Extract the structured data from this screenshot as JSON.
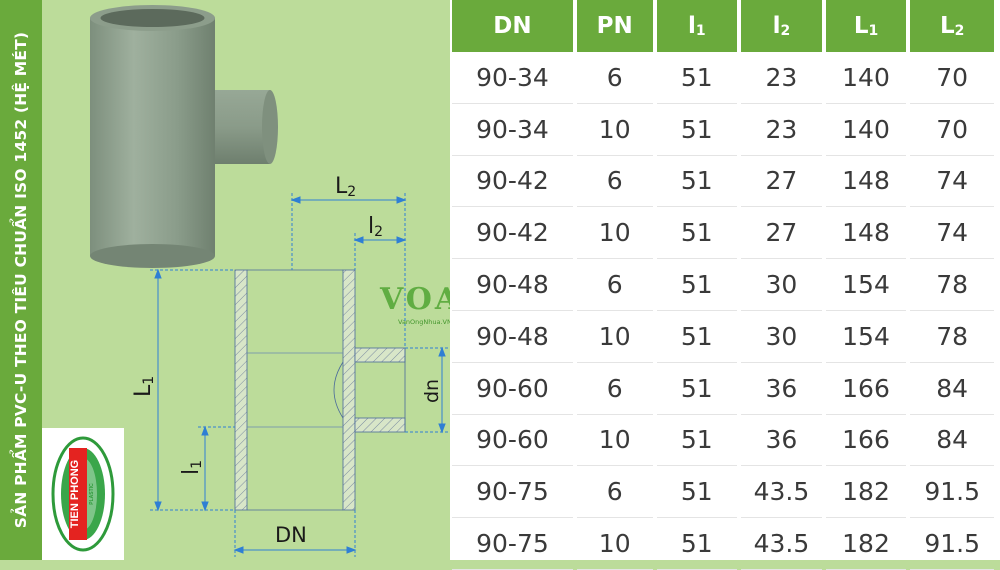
{
  "sidebar": {
    "title": "SẢN PHẨM PVC-U THEO TIÊU CHUẨN ISO 1452 (HỆ MÉT)"
  },
  "logo": {
    "brand": "TIEN PHONG",
    "sub": "PLASTIC"
  },
  "diagram": {
    "label_L2": "L",
    "label_L2_sub": "2",
    "label_l2": "l",
    "label_l2_sub": "2",
    "label_L1": "L",
    "label_L1_sub": "1",
    "label_l1": "l",
    "label_l1_sub": "1",
    "label_DN": "DN",
    "label_dn": "dn"
  },
  "watermark": {
    "logo": "VOA",
    "site": "VanOngNhua.VN"
  },
  "colors": {
    "accent_green": "#6aaa3c",
    "panel_green": "#bcdc9a",
    "pipe_grey": "#8a9c8a",
    "dim_blue": "#2f7fd4"
  },
  "table": {
    "headers": [
      {
        "main": "DN",
        "sub": ""
      },
      {
        "main": "PN",
        "sub": ""
      },
      {
        "main": "l",
        "sub": "1"
      },
      {
        "main": "l",
        "sub": "2"
      },
      {
        "main": "L",
        "sub": "1"
      },
      {
        "main": "L",
        "sub": "2"
      }
    ],
    "rows": [
      [
        "90-34",
        "6",
        "51",
        "23",
        "140",
        "70"
      ],
      [
        "90-34",
        "10",
        "51",
        "23",
        "140",
        "70"
      ],
      [
        "90-42",
        "6",
        "51",
        "27",
        "148",
        "74"
      ],
      [
        "90-42",
        "10",
        "51",
        "27",
        "148",
        "74"
      ],
      [
        "90-48",
        "6",
        "51",
        "30",
        "154",
        "78"
      ],
      [
        "90-48",
        "10",
        "51",
        "30",
        "154",
        "78"
      ],
      [
        "90-60",
        "6",
        "51",
        "36",
        "166",
        "84"
      ],
      [
        "90-60",
        "10",
        "51",
        "36",
        "166",
        "84"
      ],
      [
        "90-75",
        "6",
        "51",
        "43.5",
        "182",
        "91.5"
      ],
      [
        "90-75",
        "10",
        "51",
        "43.5",
        "182",
        "91.5"
      ]
    ]
  }
}
